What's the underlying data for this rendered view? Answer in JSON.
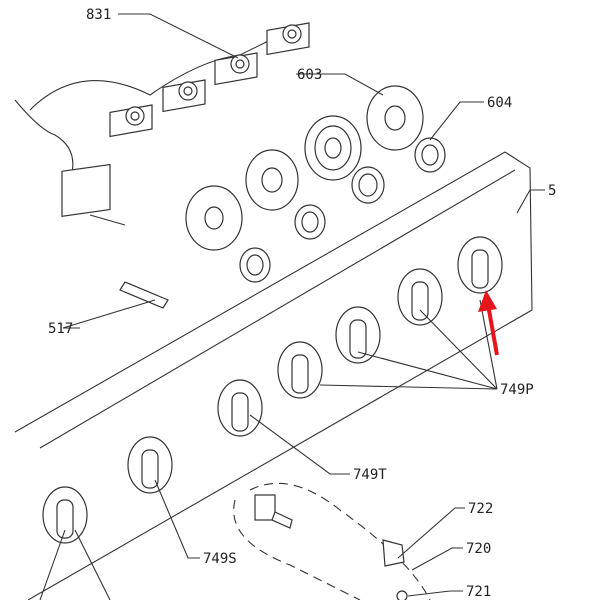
{
  "diagram": {
    "labels": {
      "p831": "831",
      "p603": "603",
      "p604": "604",
      "p5": "5",
      "p517": "517",
      "p749P": "749P",
      "p749T": "749T",
      "p749S": "749S",
      "p722": "722",
      "p720": "720",
      "p721": "721"
    },
    "arrow_color": "#e8141b"
  }
}
